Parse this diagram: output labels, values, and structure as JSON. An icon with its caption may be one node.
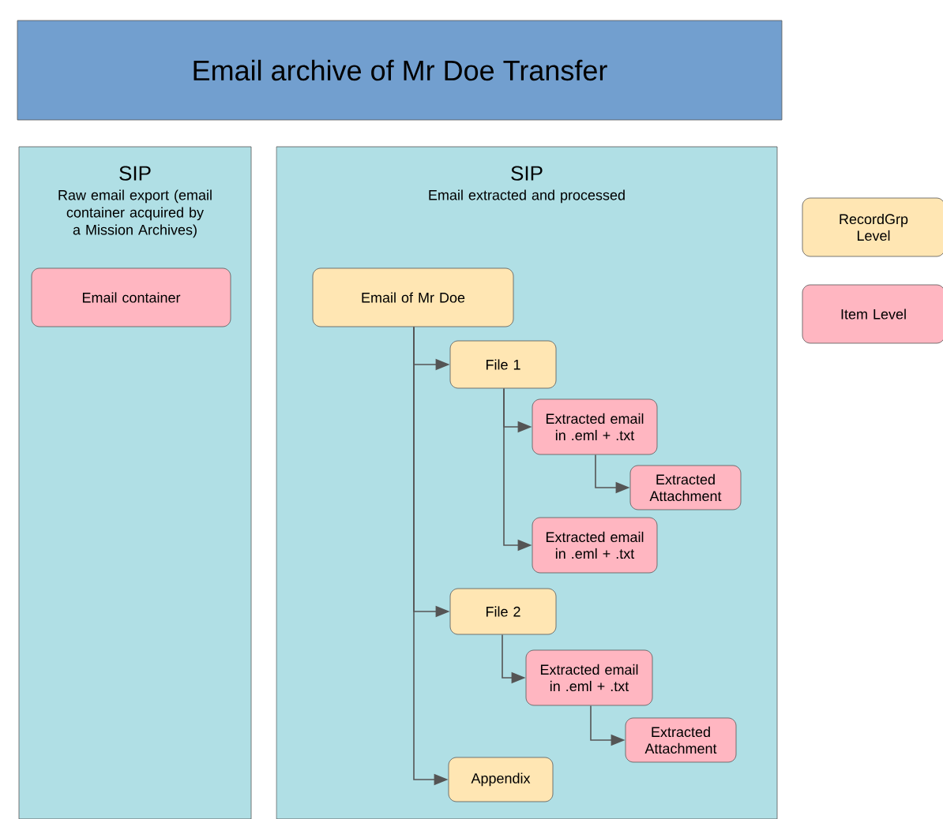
{
  "diagram": {
    "title": "Email archive of Mr Doe Transfer",
    "nodes": [
      {
        "text": [
          "SIP",
          "Raw email export (email container acquired by a Mission Archives)"
        ]
      },
      {
        "text": [
          "Email container"
        ],
        "in": 0
      },
      {
        "text": [
          "SIP",
          "Email extracted and processed"
        ]
      },
      {
        "text": [
          "Email of Mr Doe"
        ],
        "in": 2
      },
      {
        "text": [
          "File 1"
        ],
        "in": 2
      },
      {
        "text": [
          "Extracted email in .eml + .txt"
        ],
        "in": 2
      },
      {
        "text": [
          "Extracted Attachment"
        ],
        "in": 2
      },
      {
        "text": [
          "Extracted email in .eml + .txt"
        ],
        "in": 2
      },
      {
        "text": [
          "File 2"
        ],
        "in": 2
      },
      {
        "text": [
          "Extracted email in .eml + .txt"
        ],
        "in": 2
      },
      {
        "text": [
          "Extracted Attachment"
        ],
        "in": 2
      },
      {
        "text": [
          "Appendix"
        ],
        "in": 2
      }
    ],
    "edges": [
      {
        "from": 3,
        "to": 4,
        "arrow": "to"
      },
      {
        "from": 3,
        "to": 8,
        "arrow": "to"
      },
      {
        "from": 3,
        "to": 11,
        "arrow": "to"
      },
      {
        "from": 4,
        "to": 5,
        "arrow": "to"
      },
      {
        "from": 4,
        "to": 7,
        "arrow": "to"
      },
      {
        "from": 5,
        "to": 6,
        "arrow": "to"
      },
      {
        "from": 8,
        "to": 9,
        "arrow": "to"
      },
      {
        "from": 9,
        "to": 10,
        "arrow": "to"
      }
    ],
    "legend": [
      {
        "text": "RecordGrp Level",
        "color": "#ffe6b3"
      },
      {
        "text": "Item Level",
        "color": "#ffb6c1"
      }
    ]
  }
}
